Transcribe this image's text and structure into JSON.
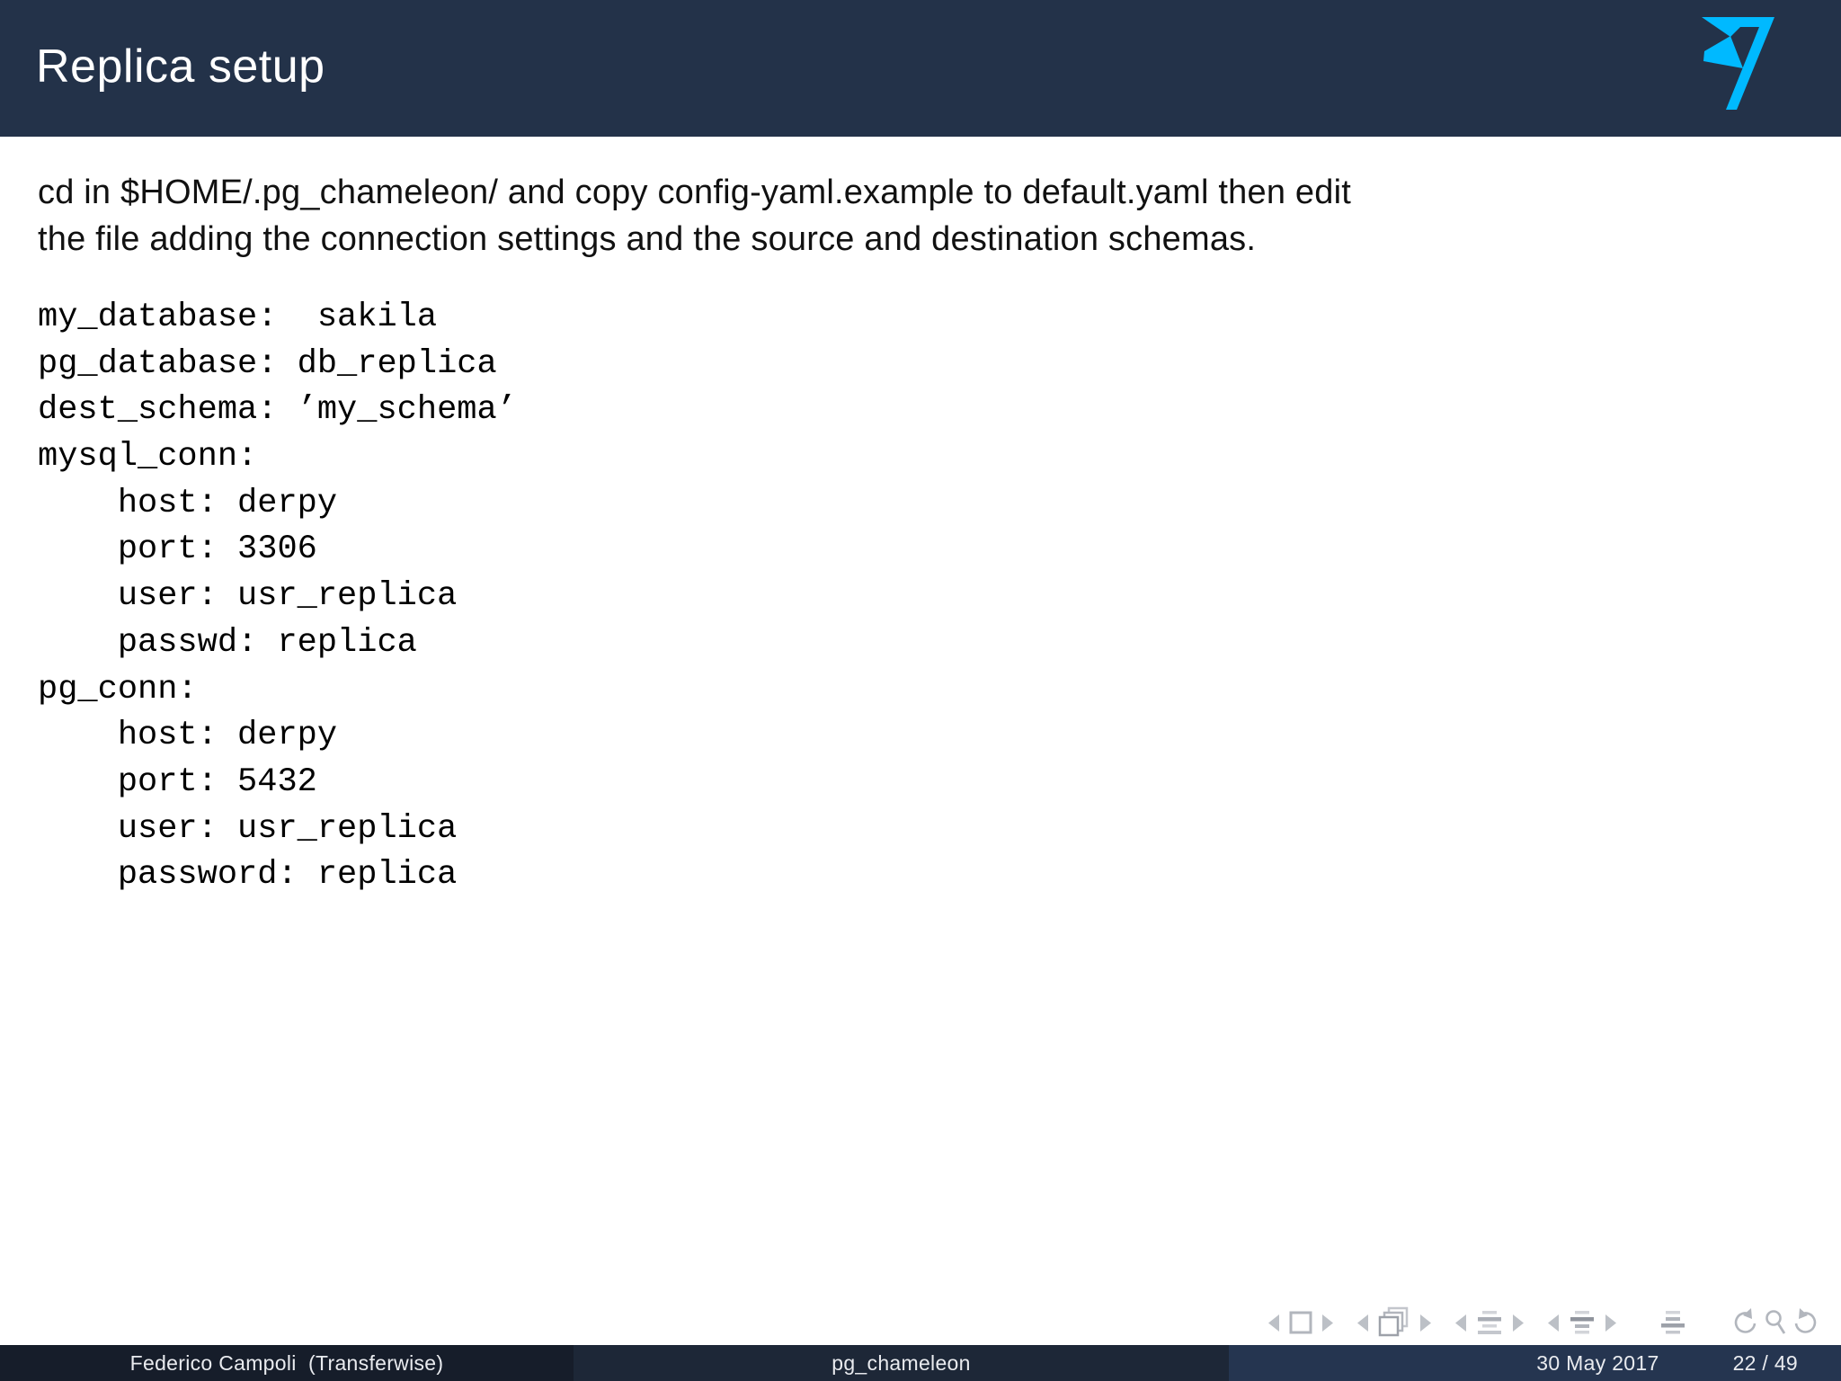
{
  "slide": {
    "title": "Replica setup",
    "body_paragraph": "cd in $HOME/.pg_chameleon/ and copy config-yaml.example to default.yaml then edit the file adding the connection settings and the source and destination schemas.",
    "code_lines": [
      "my_database:  sakila",
      "pg_database: db_replica",
      "dest_schema: ’my_schema’",
      "mysql_conn:",
      "    host: derpy",
      "    port: 3306",
      "    user: usr_replica",
      "    passwd: replica",
      "pg_conn:",
      "    host: derpy",
      "    port: 5432",
      "    user: usr_replica",
      "    password: replica"
    ],
    "footer": {
      "author": "Federico Campoli  (Transferwise)",
      "doc_title": "pg_chameleon",
      "date": "30 May 2017",
      "page": "22 / 49"
    },
    "colors": {
      "header_bg": "#233249",
      "footer_author_bg": "#161d2a",
      "footer_title_bg": "#1d2737",
      "footer_date_bg": "#253550",
      "logo_accent": "#00b9ff",
      "body_text": "#111111",
      "nav_icon_gray": "#b6bac1"
    }
  }
}
